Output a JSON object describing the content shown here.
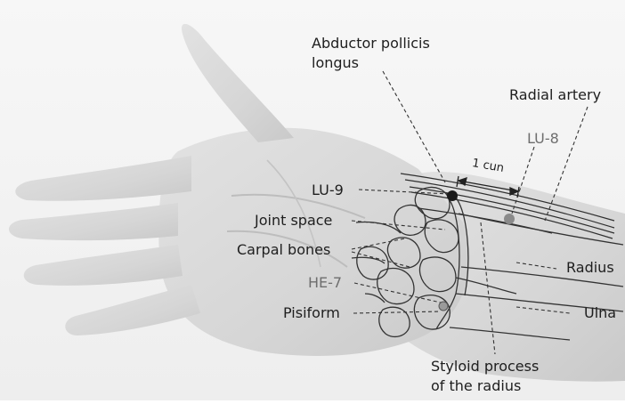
{
  "labels": {
    "abductor_line1": "Abductor pollicis",
    "abductor_line2": "longus",
    "radial_artery": "Radial artery",
    "lu8": "LU-8",
    "one_cun": "1 cun",
    "lu9": "LU-9",
    "joint_space": "Joint space",
    "carpal_bones": "Carpal bones",
    "radius": "Radius",
    "he7": "HE-7",
    "pisiform": "Pisiform",
    "ulna": "Ulna",
    "styloid_line1": "Styloid process",
    "styloid_line2": "of the radius"
  },
  "colors": {
    "background": "#f4f4f4",
    "skin": "#d9d9d9",
    "bone_outline": "#3a3a3a",
    "text": "#1e1e1e",
    "grey_text": "#6e6e6e",
    "lu9_point": "#1a1a1a",
    "lu8_point": "#8a8a8a",
    "he7_point": "#9a9a9a"
  }
}
